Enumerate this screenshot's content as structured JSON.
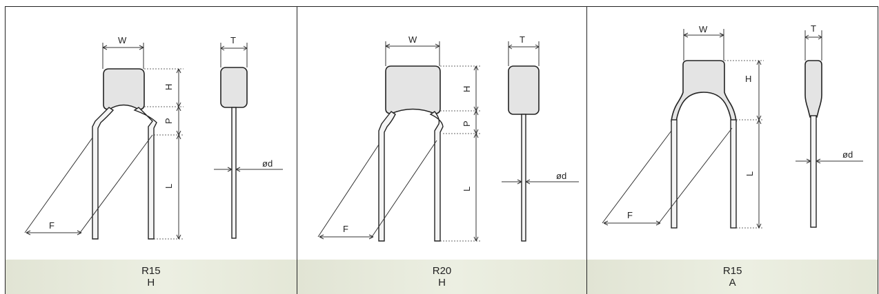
{
  "panels": [
    {
      "caption_line1": "R15",
      "caption_line2": "H",
      "dims": {
        "w": "W",
        "t": "T",
        "h": "H",
        "p": "P",
        "l": "L",
        "f": "F",
        "d": "ød"
      }
    },
    {
      "caption_line1": "R20",
      "caption_line2": "H",
      "dims": {
        "w": "W",
        "t": "T",
        "h": "H",
        "p": "P",
        "l": "L",
        "f": "F",
        "d": "ød"
      }
    },
    {
      "caption_line1": "R15",
      "caption_line2": "A",
      "dims": {
        "w": "W",
        "t": "T",
        "h": "H",
        "l": "L",
        "f": "F",
        "d": "ød"
      }
    }
  ]
}
